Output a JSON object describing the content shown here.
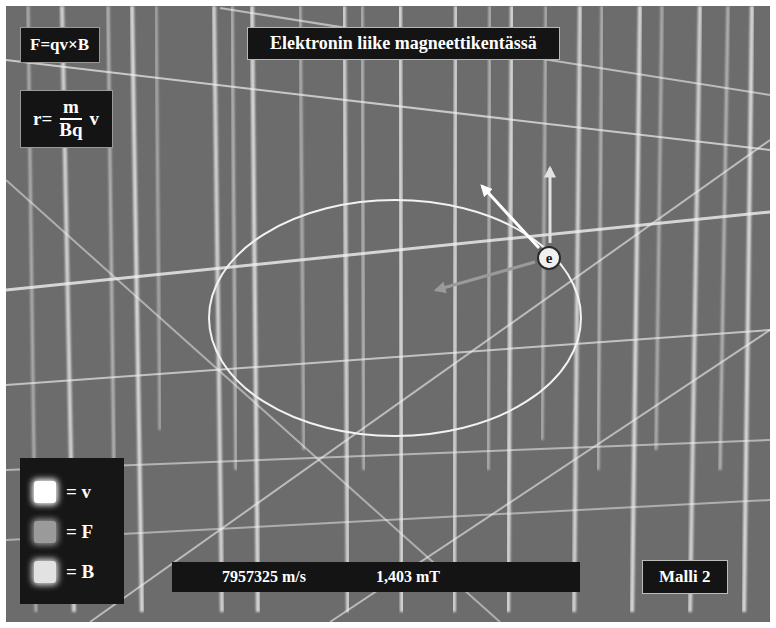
{
  "diagram": {
    "title": "Elektronin liike magneettikentässä",
    "nodes": [
      {
        "text": [
          "F=qv×B"
        ]
      },
      {
        "text": [
          "r=",
          "m",
          "Bq",
          "v"
        ]
      },
      {
        "text": [
          "e"
        ]
      },
      {
        "text": [
          "7957325 m/s",
          "1,403 mT"
        ]
      },
      {
        "text": [
          "Malli 2"
        ]
      }
    ],
    "legend": [
      {
        "text": "= v",
        "color": "#ffffff"
      },
      {
        "text": "= F",
        "color": "#9a9a9a"
      },
      {
        "text": "= B",
        "color": "#e2e2e2"
      }
    ]
  }
}
